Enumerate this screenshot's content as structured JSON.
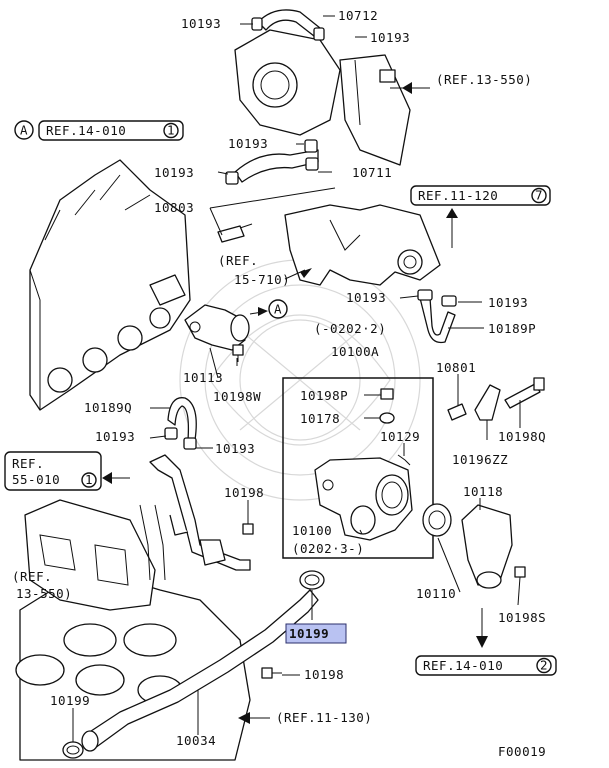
{
  "diagram": {
    "code": "F00019",
    "highlighted_part": "10199",
    "highlight_color": "#b9c2f2",
    "part_labels": {
      "top_10193_left": "10193",
      "top_10712": "10712",
      "top_10193_right": "10193",
      "mid_10193_a": "10193",
      "mid_10193_b": "10193",
      "hose_10711": "10711",
      "sensor_10803": "10803",
      "right_10193_a": "10193",
      "right_10193_b": "10193",
      "hose_10189p": "10189P",
      "date_range_1": "(-0202·2)",
      "assy_10100a": "10100A",
      "bolt_10198p": "10198P",
      "gasket_10178": "10178",
      "clip_10129": "10129",
      "housing_10100": "10100",
      "date_range_2": "(0202·3-)",
      "outlet_10113": "10113",
      "bolt_10198w": "10198W",
      "hose_10189q": "10189Q",
      "left_10193_a": "10193",
      "left_10193_b": "10193",
      "bolt_10198": "10198",
      "oring_10199": "10199",
      "bolt_10198_lower": "10198",
      "oring_10199_lower": "10199",
      "pipe_10034": "10034",
      "sensor_10801": "10801",
      "bolt_10198q": "10198Q",
      "bracket_10196zz": "10196ZZ",
      "thermostat_10110": "10110",
      "case_10118": "10118",
      "bolt_10198s": "10198S"
    },
    "references": {
      "ref_13_550_top": "(REF.13-550)",
      "ref_14_010_1": "REF.14-010",
      "ref_14_010_1_num": "1",
      "ref_14_010_1_marker": "A",
      "ref_11_120_7": "REF.11-120",
      "ref_11_120_7_num": "7",
      "ref_15_710_a": "(REF.",
      "ref_15_710_b": "15-710)",
      "ref_55_010_a": "REF.",
      "ref_55_010_b": "55-010",
      "ref_55_010_num": "1",
      "ref_13_550_left_a": "(REF.",
      "ref_13_550_left_b": "13-550)",
      "ref_14_010_2": "REF.14-010",
      "ref_14_010_2_num": "2",
      "ref_11_130": "(REF.11-130)",
      "marker_a": "A"
    }
  }
}
